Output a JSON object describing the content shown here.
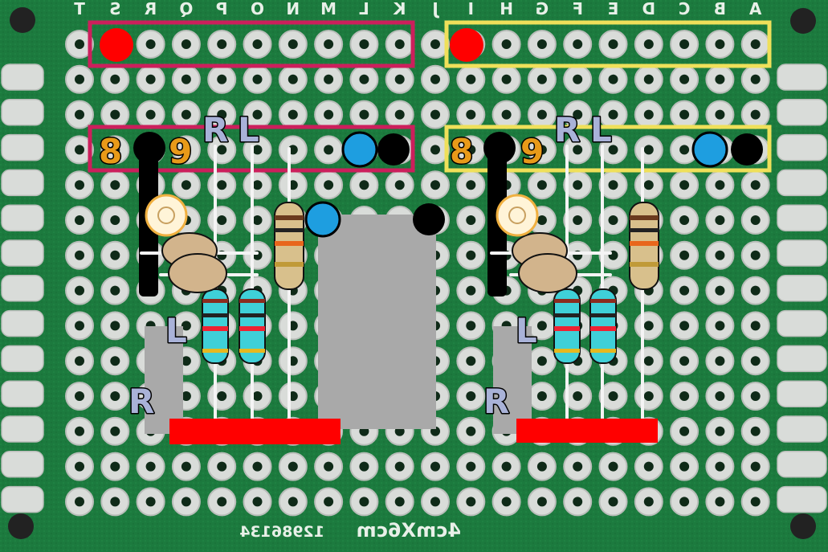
{
  "board": {
    "col_labels": [
      "T",
      "S",
      "R",
      "Q",
      "P",
      "O",
      "N",
      "M",
      "L",
      "K",
      "J",
      "I",
      "H",
      "G",
      "F",
      "E",
      "D",
      "C",
      "B",
      "A"
    ],
    "silkscreen_size": "4cmX6cm",
    "silkscreen_code": "12986134",
    "colors": {
      "board_green": "#1c7a3e",
      "pad_silver": "#d9dcd9",
      "pad_ring": "#b9bdb9",
      "hole": "#0f2a18",
      "left_group_box": "#cc1f5c",
      "right_group_box": "#efe05a",
      "red_marker": "#ff0000",
      "blue_marker": "#1e9ee0",
      "black_marker": "#000000",
      "label_orange": "#e89a19",
      "label_lavender": "#a9b2d8",
      "ic_gray": "#a9a9a9",
      "jumper_red": "#ff0000"
    }
  },
  "annotations": {
    "left": {
      "pin8": "8",
      "pin9": "9",
      "r_top": "R",
      "l_top": "L",
      "l_side": "L",
      "r_side": "R"
    },
    "right": {
      "pin8": "8",
      "pin9": "9",
      "r_top": "R",
      "l_top": "L",
      "l_side": "L",
      "r_side": "R"
    }
  }
}
